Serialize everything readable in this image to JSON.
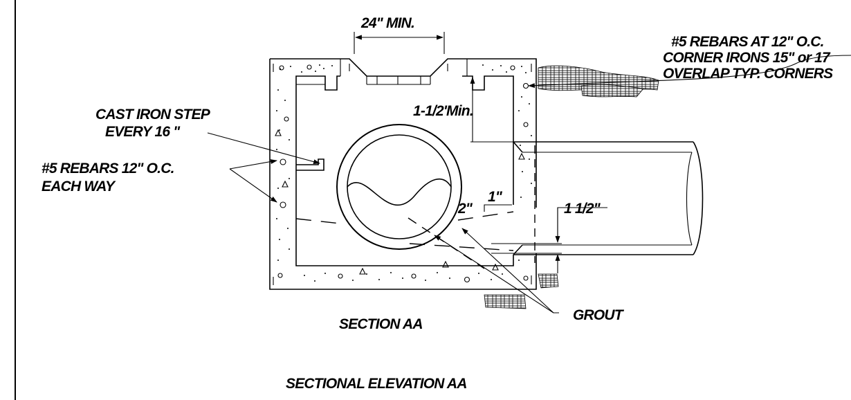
{
  "labels": {
    "min_opening": "24\" MIN.",
    "rebar_corner_line1": "#5 REBARS AT 12\" O.C.",
    "rebar_corner_line2": "CORNER IRONS 15\" or 17",
    "rebar_corner_line3": "OVERLAP TYP. CORNERS",
    "cast_iron_line1": "CAST IRON STEP",
    "cast_iron_line2": "EVERY 16 \"",
    "top_clearance": "1-1/2'Min.",
    "rebar_wall_line1": "#5 REBARS 12\" O.C.",
    "rebar_wall_line2": "EACH WAY",
    "dim_one": "1\"",
    "dim_two": "2\"",
    "dim_one_half": "1 1/2\"",
    "grout": "GROUT",
    "section_aa": "SECTION AA",
    "sectional_elevation": "SECTIONAL ELEVATION AA"
  }
}
